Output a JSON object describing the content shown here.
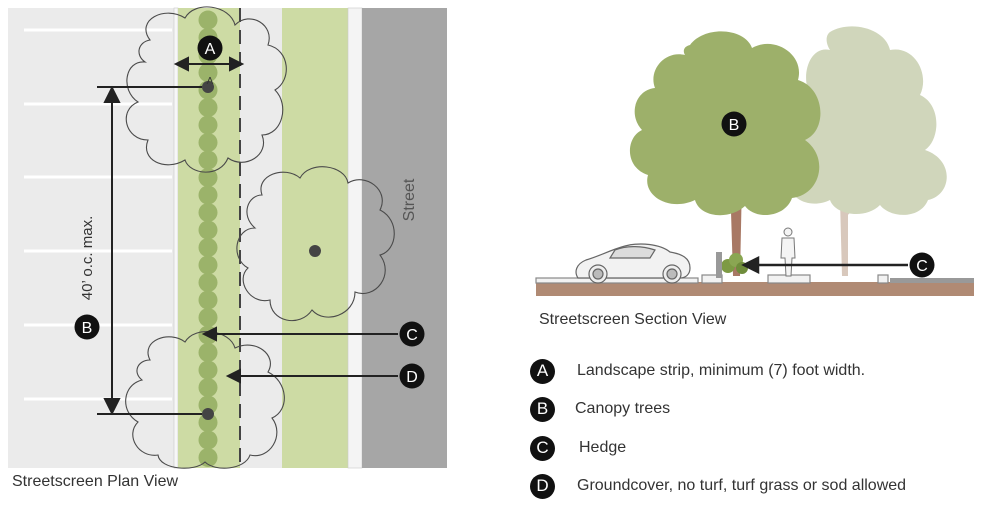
{
  "plan": {
    "caption": "Streetscreen Plan View",
    "street_label": "Street",
    "spacing_label": "40’ o.c. max.",
    "small_a_label": "A",
    "markers": {
      "A": "A",
      "B": "B",
      "C": "C",
      "D": "D"
    }
  },
  "section": {
    "caption": "Streetscreen Section View",
    "markers": {
      "B": "B",
      "C": "C"
    }
  },
  "legend": [
    {
      "key": "A",
      "text": "Landscape strip, minimum (7) foot width."
    },
    {
      "key": "B",
      "text": "Canopy trees"
    },
    {
      "key": "C",
      "text": "Hedge"
    },
    {
      "key": "D",
      "text": "Groundcover, no turf, turf grass or sod  allowed"
    }
  ],
  "colors": {
    "parking_lot": "#ebebeb",
    "strip_green": "#cddba4",
    "hedge_green": "#9bb36a",
    "street": "#a6a6a6",
    "tree_front": "#9db06a",
    "tree_back": "#d0d6bb",
    "soil": "#b08a74",
    "marker": "#111111"
  }
}
